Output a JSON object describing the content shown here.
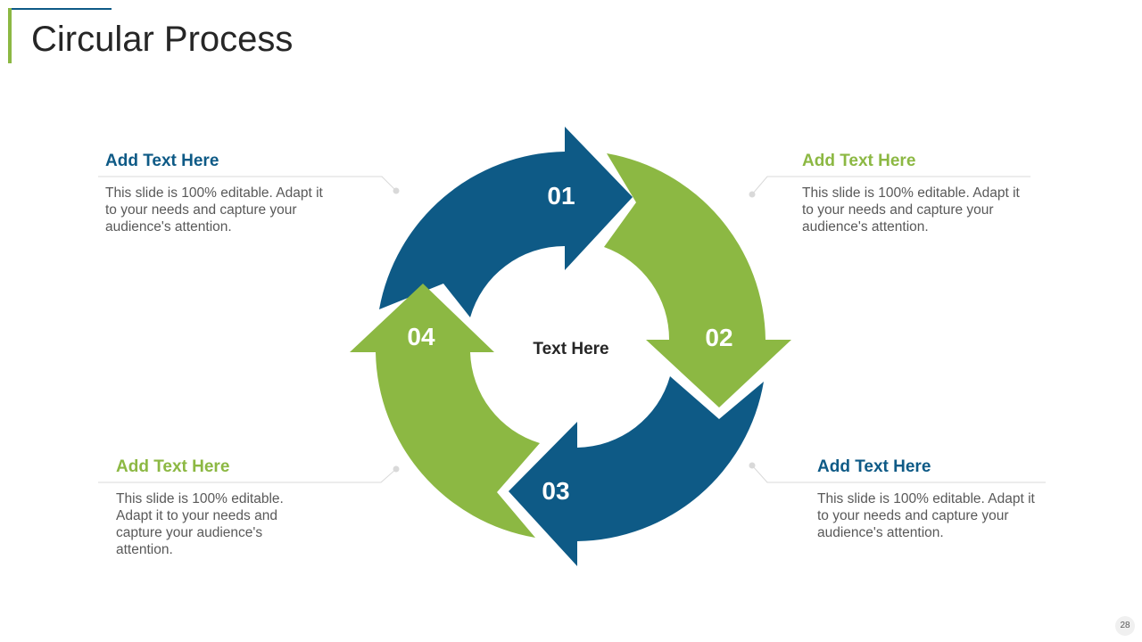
{
  "slide": {
    "title": "Circular Process",
    "page_number": "28"
  },
  "colors": {
    "blue": "#0e5a86",
    "green": "#8cb843",
    "text": "#595959",
    "title": "#262626"
  },
  "cycle": {
    "center_label": "Text Here",
    "steps": [
      {
        "number": "01",
        "color": "blue"
      },
      {
        "number": "02",
        "color": "green"
      },
      {
        "number": "03",
        "color": "blue"
      },
      {
        "number": "04",
        "color": "green"
      }
    ]
  },
  "callouts": [
    {
      "heading": "Add Text Here",
      "body": "This slide is 100% editable. Adapt it to your needs and capture your audience's attention."
    },
    {
      "heading": "Add Text Here",
      "body": "This slide is 100% editable. Adapt it to your needs and capture your audience's attention."
    },
    {
      "heading": "Add Text Here",
      "body": "This slide is 100% editable. Adapt it to your needs and capture your audience's attention."
    },
    {
      "heading": "Add Text Here",
      "body": "This slide is 100% editable. Adapt it to your needs and capture your audience's attention."
    }
  ]
}
